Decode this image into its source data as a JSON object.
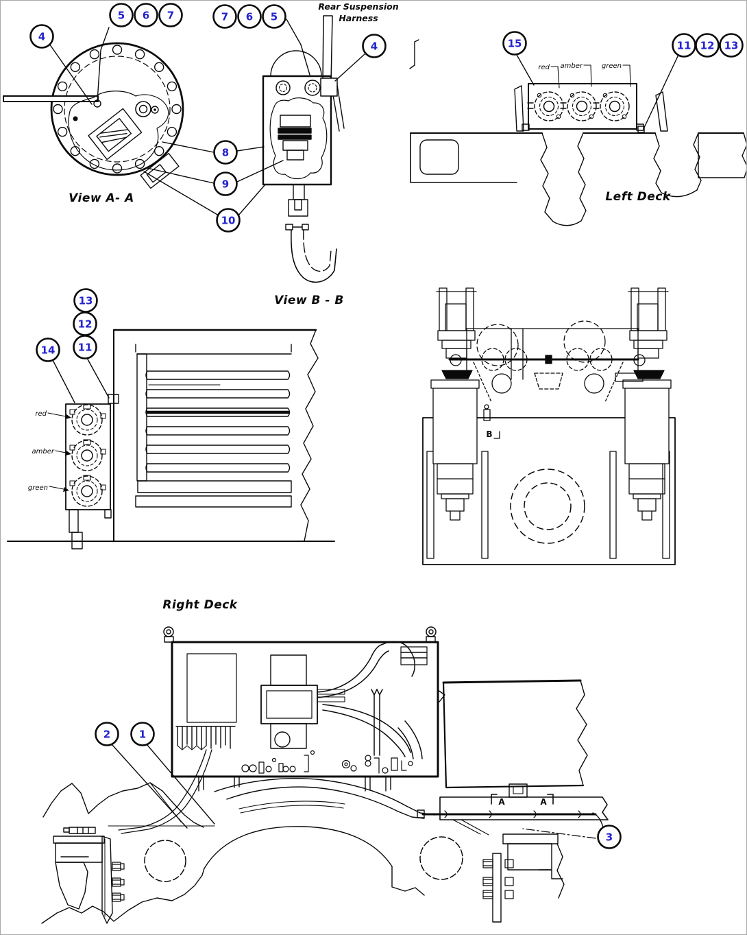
{
  "diagram": {
    "background": "#ffffff",
    "line_color": "#0a0a0a",
    "callout_text_color": "#2323cf",
    "views": {
      "view_a": {
        "caption": "View A- A"
      },
      "view_b": {
        "caption": "View B - B",
        "harness_label_line1": "Rear Suspension",
        "harness_label_line2": "Harness"
      },
      "left_deck": {
        "caption": "Left Deck",
        "lamps": [
          "red",
          "amber",
          "green"
        ]
      },
      "right_deck": {
        "caption": "Right Deck",
        "lamps": [
          "red",
          "amber",
          "green"
        ]
      },
      "rear_axle": {
        "section_mark": "B"
      },
      "frame": {
        "section_mark_left": "A",
        "section_mark_right": "A"
      }
    },
    "callouts": [
      {
        "label": "4"
      },
      {
        "label": "5"
      },
      {
        "label": "6"
      },
      {
        "label": "7"
      },
      {
        "label": "7"
      },
      {
        "label": "6"
      },
      {
        "label": "5"
      },
      {
        "label": "4"
      },
      {
        "label": "8"
      },
      {
        "label": "9"
      },
      {
        "label": "10"
      },
      {
        "label": "15"
      },
      {
        "label": "11"
      },
      {
        "label": "12"
      },
      {
        "label": "13"
      },
      {
        "label": "13"
      },
      {
        "label": "12"
      },
      {
        "label": "11"
      },
      {
        "label": "14"
      },
      {
        "label": "2"
      },
      {
        "label": "1"
      },
      {
        "label": "3"
      }
    ]
  }
}
